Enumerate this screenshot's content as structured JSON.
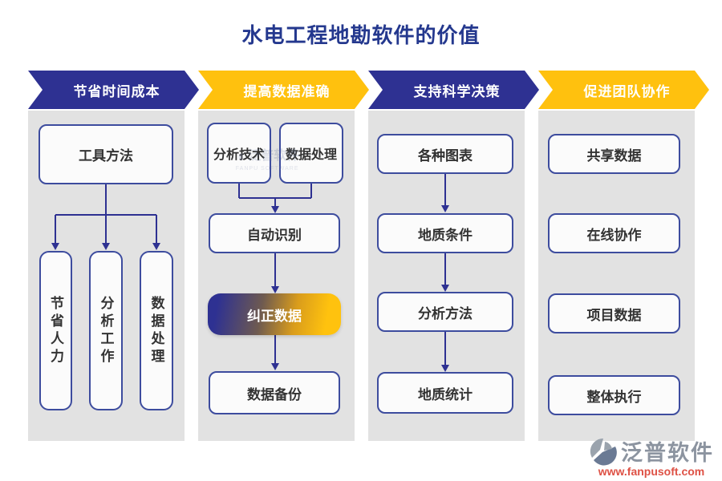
{
  "title": "水电工程地勘软件的价值",
  "columns": [
    {
      "header": "节省时间成本",
      "boxes": [
        "工具方法",
        "节省人力",
        "分析工作",
        "数据处理"
      ]
    },
    {
      "header": "提高数据准确",
      "boxes": [
        "分析技术",
        "数据处理",
        "自动识别",
        "纠正数据",
        "数据备份"
      ]
    },
    {
      "header": "支持科学决策",
      "boxes": [
        "各种图表",
        "地质条件",
        "分析方法",
        "地质统计"
      ]
    },
    {
      "header": "促进团队协作",
      "boxes": [
        "共享数据",
        "在线协作",
        "项目数据",
        "整体执行"
      ]
    }
  ],
  "watermark": {
    "glyph": "◖",
    "brand": "泛普软件",
    "sub": "FANPU SOFTWARE"
  },
  "footer": {
    "brand": "泛普软件",
    "url": "www.fanpusoft.com"
  },
  "colors": {
    "navy": "#2E3192",
    "gold": "#FFC10E",
    "title_navy": "#24388E",
    "panel_gray": "#E2E2E2",
    "box_border": "#3D4C9E",
    "box_text": "#333333",
    "url_red": "#DE5145",
    "brand_gray": "#8C94A0"
  }
}
